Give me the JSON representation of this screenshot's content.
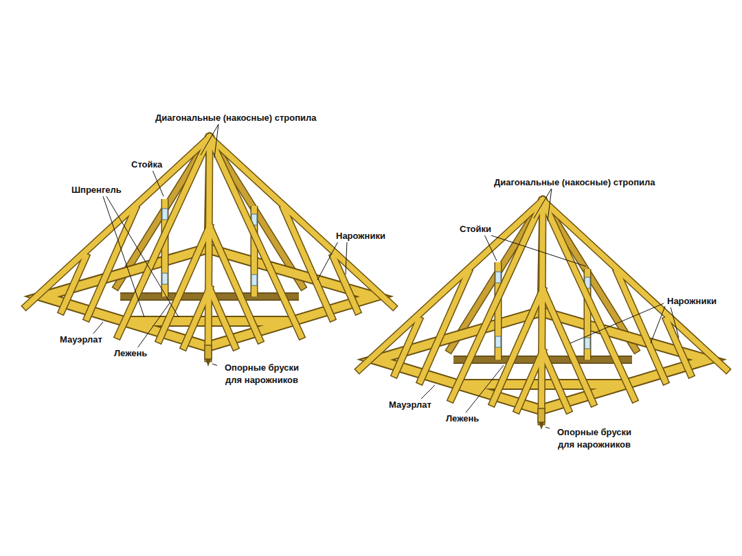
{
  "diagram": {
    "labels": [
      "Диагональные (накосные) стропила",
      "Стойка",
      "Шпренгель",
      "Нарожники",
      "Мауэрлат",
      "Лежень",
      "Опорные бруски для нарожников",
      "Диагональные (накосные) стропила",
      "Стойки",
      "Нарожники",
      "Мауэрлат",
      "Лежень",
      "Опорные бруски для нарожников"
    ]
  }
}
